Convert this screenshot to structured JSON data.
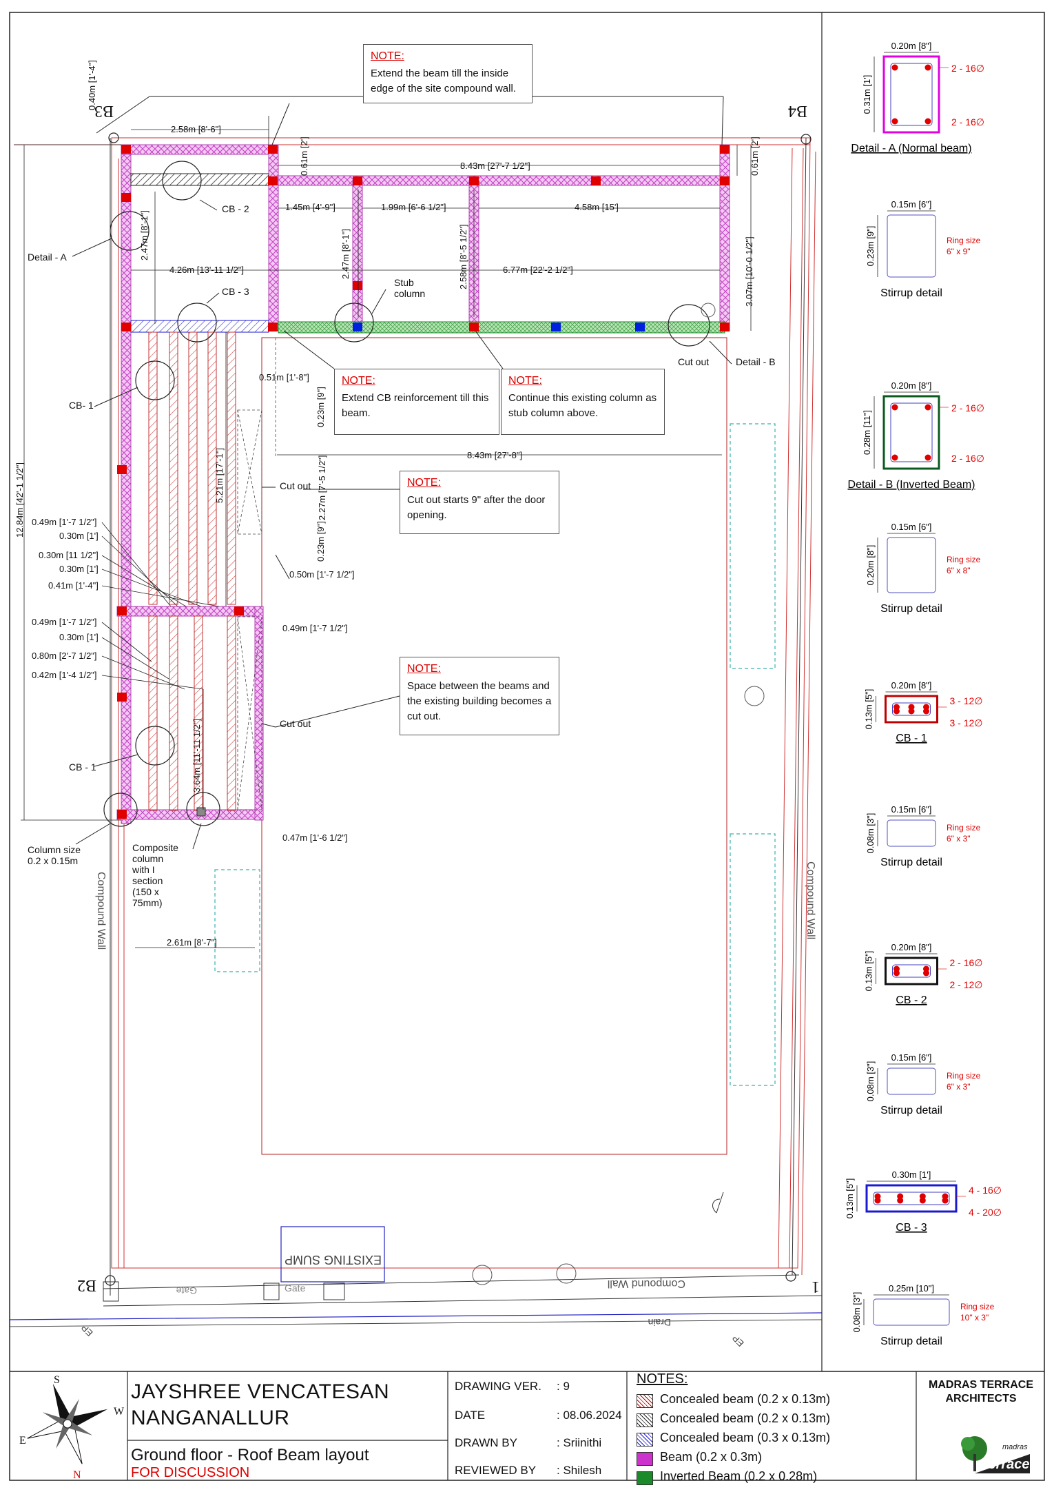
{
  "notes": [
    {
      "heading": "NOTE:",
      "text": "Extend the beam till the inside edge of the site compound wall."
    },
    {
      "heading": "NOTE:",
      "text": "Extend CB reinforcement till this beam."
    },
    {
      "heading": "NOTE:",
      "text": "Continue this existing column as stub column above."
    },
    {
      "heading": "NOTE:",
      "text": "Cut out starts 9\" after the door opening."
    },
    {
      "heading": "NOTE:",
      "text": "Space between the beams and the existing building becomes a cut out."
    }
  ],
  "plan": {
    "corners": {
      "b1": "1",
      "b2": "B2",
      "b3": "B3",
      "b4": "B4"
    },
    "dims": {
      "d_040": "0.40m [1'-4\"]",
      "d_258": "2.58m [8'-6\"]",
      "d_061a": "0.61m [2']",
      "d_061b": "0.61m [2']",
      "d_843top": "8.43m [27'-7 1/2\"]",
      "d_145": "1.45m [4'-9\"]",
      "d_199": "1.99m [6'-6 1/2\"]",
      "d_458": "4.58m [15']",
      "d_247a": "2.47m [8'-1\"]",
      "d_247b": "2.47m [8'-1\"]",
      "d_258v": "2.58m [8'-5 1/2\"]",
      "d_307": "3.07m [10'-0 1/2\"]",
      "d_426": "4.26m [13'-11 1/2\"]",
      "d_677": "6.77m [22'-2 1/2\"]",
      "d_051": "0.51m [1'-8\"]",
      "d_023a": "0.23m [9\"]",
      "d_227": "2.27m [7'-5 1/2\"]",
      "d_023b": "0.23m [9\"]",
      "d_843mid": "8.43m [27'-8\"]",
      "d_1284": "12.84m [42'-1 1/2\"]",
      "d_521": "5.21m [17'-1\"]",
      "d_050": "0.50m [1'-7 1/2\"]",
      "d_049r": "0.49m [1'-7 1/2\"]",
      "d_364": "3.64m [11'-11 1/2\"]",
      "d_047": "0.47m [1'-6 1/2\"]",
      "d_261": "2.61m [8'-7\"]"
    },
    "left_dims_1": [
      "0.49m [1'-7 1/2\"]",
      "0.30m [1']",
      "0.30m [11 1/2\"]",
      "0.30m [1']",
      "0.41m [1'-4\"]"
    ],
    "left_dims_2": [
      "0.49m [1'-7 1/2\"]",
      "0.30m [1']",
      "0.80m [2'-7 1/2\"]",
      "0.42m [1'-4 1/2\"]"
    ],
    "labels": {
      "detail_a": "Detail - A",
      "detail_b": "Detail - B",
      "cb2": "CB - 2",
      "cb3": "CB - 3",
      "cb1a": "CB- 1",
      "cb1b": "CB - 1",
      "stub": "Stub\ncolumn",
      "cutout1": "Cut out",
      "cutout2": "Cut out",
      "cutout3": "Cut out",
      "col_size": "Column size\n0.2 x 0.15m",
      "composite": "Composite\ncolumn\nwith I\nsection\n(150 x\n75mm)",
      "compound_left": "Compound Wall",
      "compound_right": "Compound Wall",
      "compound_bottom": "Compound Wall",
      "sump": "EXISTING SUMP",
      "gate1": "Gate",
      "gate2": "Gate",
      "drain": "Drain",
      "ep1": "EP",
      "ep2": "EP"
    }
  },
  "sections": [
    {
      "id": "detail-a",
      "width": "0.20m [8\"]",
      "depth": "0.31m [1']",
      "top": "2 - 16∅",
      "bottom": "2 - 16∅",
      "caption": "Detail  - A (Normal beam)",
      "color": "#e000e0"
    },
    {
      "id": "stirrup-1",
      "width": "0.15m [6\"]",
      "depth": "0.23m [9\"]",
      "ring": "Ring size\n6\" x 9\"",
      "caption": "Stirrup detail"
    },
    {
      "id": "detail-b",
      "width": "0.20m [8\"]",
      "depth": "0.28m [11\"]",
      "top": "2 - 16∅",
      "bottom": "2 - 16∅",
      "caption": "Detail  - B (Inverted Beam)",
      "color": "#0a5a1e"
    },
    {
      "id": "stirrup-2",
      "width": "0.15m [6\"]",
      "depth": "0.20m [8\"]",
      "ring": "Ring size\n6\" x 8\"",
      "caption": "Stirrup detail"
    },
    {
      "id": "cb1",
      "width": "0.20m [8\"]",
      "depth": "0.13m [5\"]",
      "top": "3 - 12∅",
      "bottom": "3 - 12∅",
      "caption": "CB - 1",
      "color": "#c00000"
    },
    {
      "id": "stirrup-3",
      "width": "0.15m [6\"]",
      "depth": "0.08m [3\"]",
      "ring": "Ring size\n6\" x 3\"",
      "caption": "Stirrup detail"
    },
    {
      "id": "cb2",
      "width": "0.20m [8\"]",
      "depth": "0.13m [5\"]",
      "top": "2 - 16∅",
      "bottom": "2 - 12∅",
      "caption": "CB - 2",
      "color": "#111111"
    },
    {
      "id": "stirrup-4",
      "width": "0.15m [6\"]",
      "depth": "0.08m [3\"]",
      "ring": "Ring size\n6\" x 3\"",
      "caption": "Stirrup detail"
    },
    {
      "id": "cb3",
      "width": "0.30m [1']",
      "depth": "0.13m [5\"]",
      "top": "4 - 16∅",
      "bottom": "4 - 20∅",
      "caption": "CB - 3",
      "color": "#1a1ad0"
    },
    {
      "id": "stirrup-5",
      "width": "0.25m [10\"]",
      "depth": "0.08m [3\"]",
      "ring": "Ring size\n10\" x 3\"",
      "caption": "Stirrup detail"
    }
  ],
  "title_block": {
    "compass": {
      "n": "N",
      "s": "S",
      "e": "E",
      "w": "W"
    },
    "client": "JAYSHREE VENCATESAN",
    "location": "NANGANALLUR",
    "drawing_title": "Ground floor - Roof Beam layout",
    "status": "FOR DISCUSSION",
    "ver_label": "DRAWING VER.",
    "ver_value": ": 9",
    "date_label": "DATE",
    "date_value": ": 08.06.2024",
    "drawn_label": "DRAWN BY",
    "drawn_value": ": Sriinithi",
    "reviewed_label": "REVIEWED BY",
    "reviewed_value": ": Shilesh",
    "legend_title": "NOTES:",
    "legend": [
      {
        "label": "Concealed beam (0.2 x 0.13m)",
        "color": "#c00000"
      },
      {
        "label": "Concealed beam (0.2 x 0.13m)",
        "color": "#222222"
      },
      {
        "label": "Concealed beam (0.3 x 0.13m)",
        "color": "#1a1ad0"
      },
      {
        "label": "Beam (0.2 x 0.3m)",
        "color": "#cc33cc"
      },
      {
        "label": "Inverted Beam (0.2 x 0.28m)",
        "color": "#1a8a2a"
      }
    ],
    "firm": "MADRAS TERRACE\nARCHITECTS",
    "logo_small": "madras",
    "logo_big": "Terrace"
  }
}
